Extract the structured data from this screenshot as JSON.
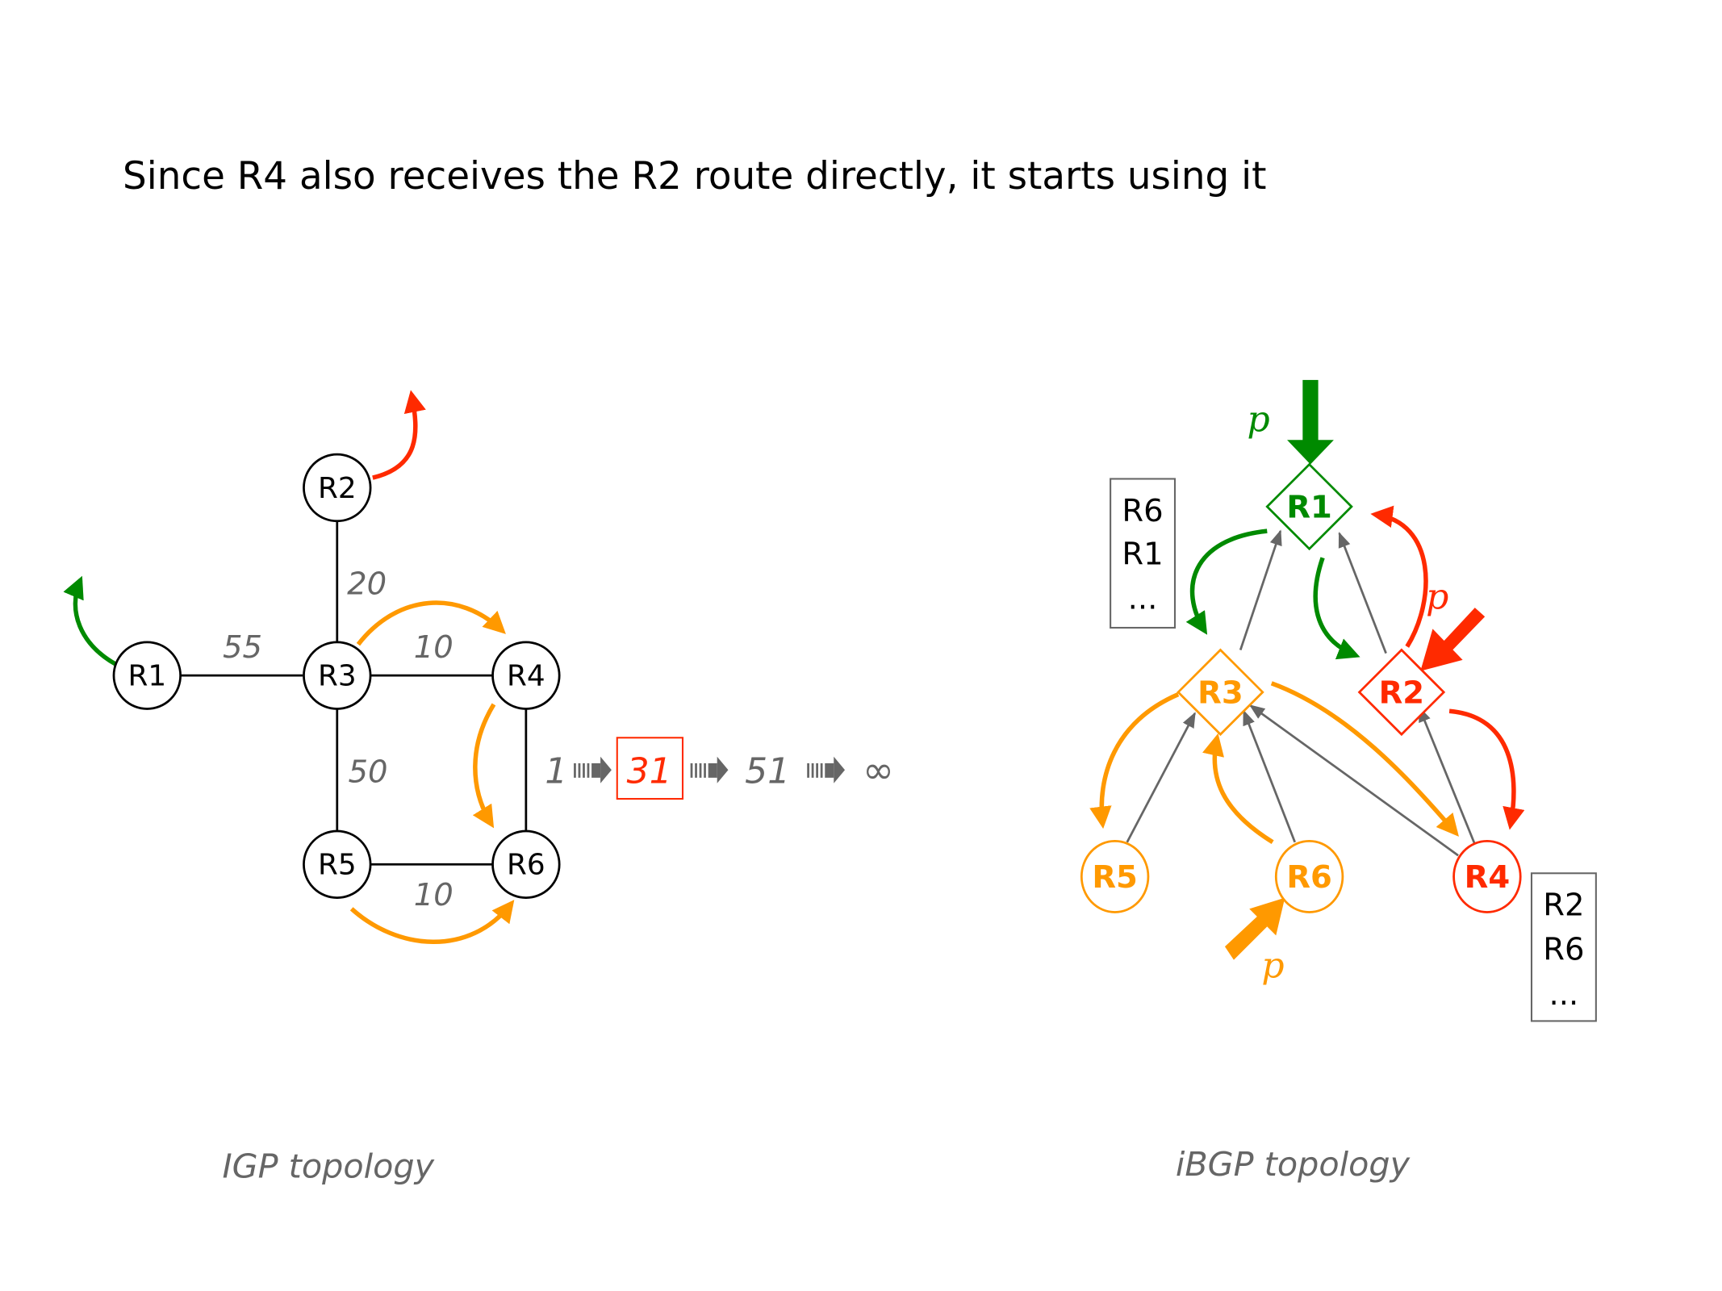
{
  "title": "Since R4 also receives the R2 route directly, it starts using it",
  "colors": {
    "green": "#008a00",
    "red": "#ff2a00",
    "orange": "#ff9900",
    "gray": "#666666",
    "black": "#000000"
  },
  "igp": {
    "caption": "IGP topology",
    "nodes": [
      "R1",
      "R2",
      "R3",
      "R4",
      "R5",
      "R6"
    ],
    "weights": {
      "r1_r3": "55",
      "r2_r3": "20",
      "r3_r4": "10",
      "r3_r5": "50",
      "r5_r6": "10"
    },
    "sequence": {
      "values": [
        "1",
        "31",
        "51",
        "∞"
      ],
      "highlighted": "31"
    }
  },
  "ibgp": {
    "caption": "iBGP topology",
    "route_reflectors": [
      "R1",
      "R2",
      "R3"
    ],
    "clients": [
      "R5",
      "R6",
      "R4"
    ],
    "prefix_label": "p",
    "r3_table": [
      "R6",
      "R1",
      "..."
    ],
    "r4_table": [
      "R2",
      "R6",
      "..."
    ]
  }
}
